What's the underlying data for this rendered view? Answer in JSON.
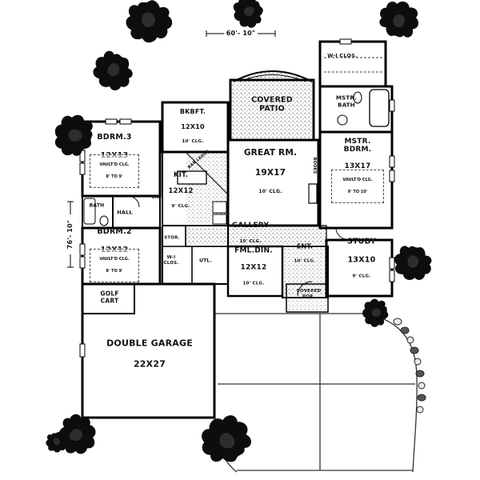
{
  "dims": {
    "top": "60'- 10\"",
    "left": "76'- 10\""
  },
  "rooms": {
    "covered_patio": {
      "name": "COVERED\nPATIO"
    },
    "wi_closet": {
      "name": "W-I CLOS."
    },
    "mstr_bath": {
      "name": "MSTR.\nBATH"
    },
    "bkbft": {
      "name": "BKBFT.",
      "dims": "12X10",
      "ceil": "10' CLG."
    },
    "great_rm": {
      "name": "GREAT RM.",
      "dims": "19X17",
      "ceil": "10' CLG."
    },
    "mstr_bdrm": {
      "name": "MSTR.\nBDRM.",
      "dims": "13X17",
      "vault": "VAULT'D CLG.",
      "vault_range": "9' TO 10'"
    },
    "bdrm3": {
      "name": "BDRM.3",
      "dims": "12X13",
      "vault": "VAULT'D CLG.",
      "vault_range": "8' TO 9'"
    },
    "kit": {
      "name": "KIT.",
      "dims": "12X12",
      "ceil": "9' CLG."
    },
    "bath": {
      "name": "BATH"
    },
    "hall": {
      "name": "HALL"
    },
    "bdrm2": {
      "name": "BDRM.2",
      "dims": "12X12",
      "vault": "VAULT'D CLG.",
      "vault_range": "8' TO 9'"
    },
    "gallery": {
      "name": "GALLERY",
      "ceil": "10' CLG."
    },
    "stor": {
      "name": "STOR."
    },
    "wi_closet2": {
      "name": "W-I\nCLOS."
    },
    "utl": {
      "name": "UTL."
    },
    "fml_din": {
      "name": "FML.DIN.",
      "dims": "12X12",
      "ceil": "10' CLG."
    },
    "ent": {
      "name": "ENT.",
      "ceil": "10' CLG."
    },
    "study": {
      "name": "STUDY",
      "dims": "13X10",
      "ceil": "9' CLG."
    },
    "covered_por": {
      "name": "COVERED\nPOR."
    },
    "golf_cart": {
      "name": "GOLF\nCART"
    },
    "garage": {
      "name": "DOUBLE GARAGE",
      "dims": "22X27"
    }
  },
  "annotations": {
    "bar_ledge": "BAR LEDGE",
    "books": "BOOKS",
    "lin": "LIN."
  }
}
